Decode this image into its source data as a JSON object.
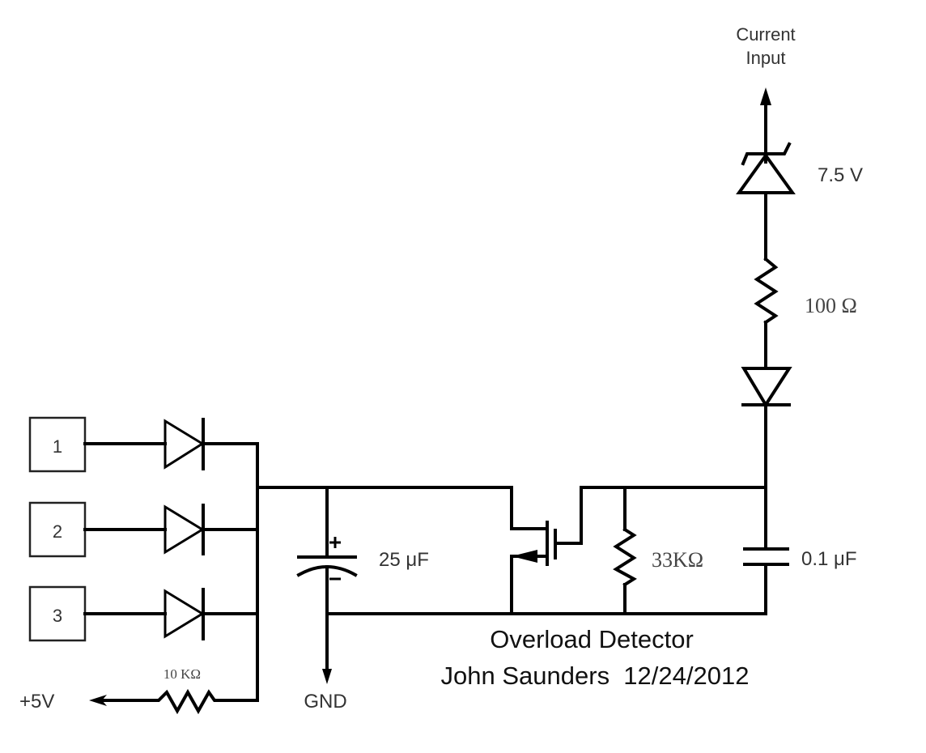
{
  "diagram": {
    "title": "Overload Detector",
    "author_line": "John Saunders  12/24/2012",
    "labels": {
      "current_input_line1": "Current",
      "current_input_line2": "Input",
      "zener_voltage": "7.5 V",
      "series_resistor": "100 Ω",
      "capacitor_large": "25 μF",
      "resistor_33k": "33KΩ",
      "capacitor_small": "0.1 μF",
      "pullup_resistor": "10 KΩ",
      "supply": "+5V",
      "ground": "GND"
    },
    "inputs": [
      {
        "label": "1"
      },
      {
        "label": "2"
      },
      {
        "label": "3"
      }
    ],
    "components": [
      {
        "type": "zener-diode",
        "value": "7.5 V"
      },
      {
        "type": "resistor",
        "value": "100 Ω"
      },
      {
        "type": "diode"
      },
      {
        "type": "capacitor",
        "value": "0.1 μF"
      },
      {
        "type": "resistor",
        "value": "33KΩ"
      },
      {
        "type": "mosfet"
      },
      {
        "type": "electrolytic-capacitor",
        "value": "25 μF"
      },
      {
        "type": "resistor",
        "value": "10 KΩ"
      },
      {
        "type": "diode",
        "count": 3
      }
    ]
  }
}
